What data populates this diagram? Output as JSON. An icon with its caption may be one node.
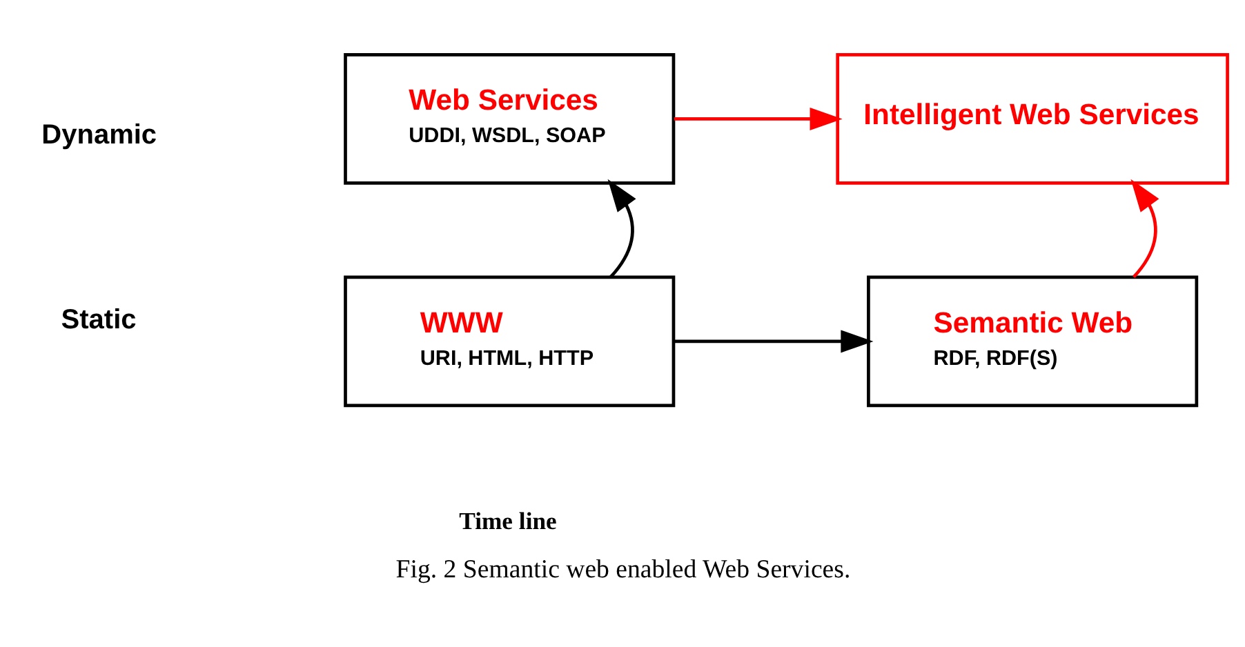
{
  "diagram": {
    "caption": "Fig. 2 Semantic web enabled Web Services.",
    "nodes": [
      {
        "text": [
          "Web Services",
          "UDDI, WSDL, SOAP"
        ]
      },
      {
        "text": [
          "Intelligent Web Services"
        ]
      },
      {
        "text": [
          "WWW",
          "URI, HTML, HTTP"
        ]
      },
      {
        "text": [
          "Semantic Web",
          "RDF, RDF(S)"
        ]
      }
    ],
    "edges": [
      {
        "from": 0,
        "to": 1,
        "arrow": "to",
        "color": "#ff0000"
      },
      {
        "from": 2,
        "to": 0,
        "arrow": "to",
        "color": "#000000"
      },
      {
        "from": 2,
        "to": 3,
        "arrow": "to",
        "color": "#000000"
      },
      {
        "from": 3,
        "to": 1,
        "arrow": "to",
        "color": "#ff0000"
      }
    ],
    "labels": [
      "Dynamic",
      "Static",
      "Time line"
    ]
  }
}
